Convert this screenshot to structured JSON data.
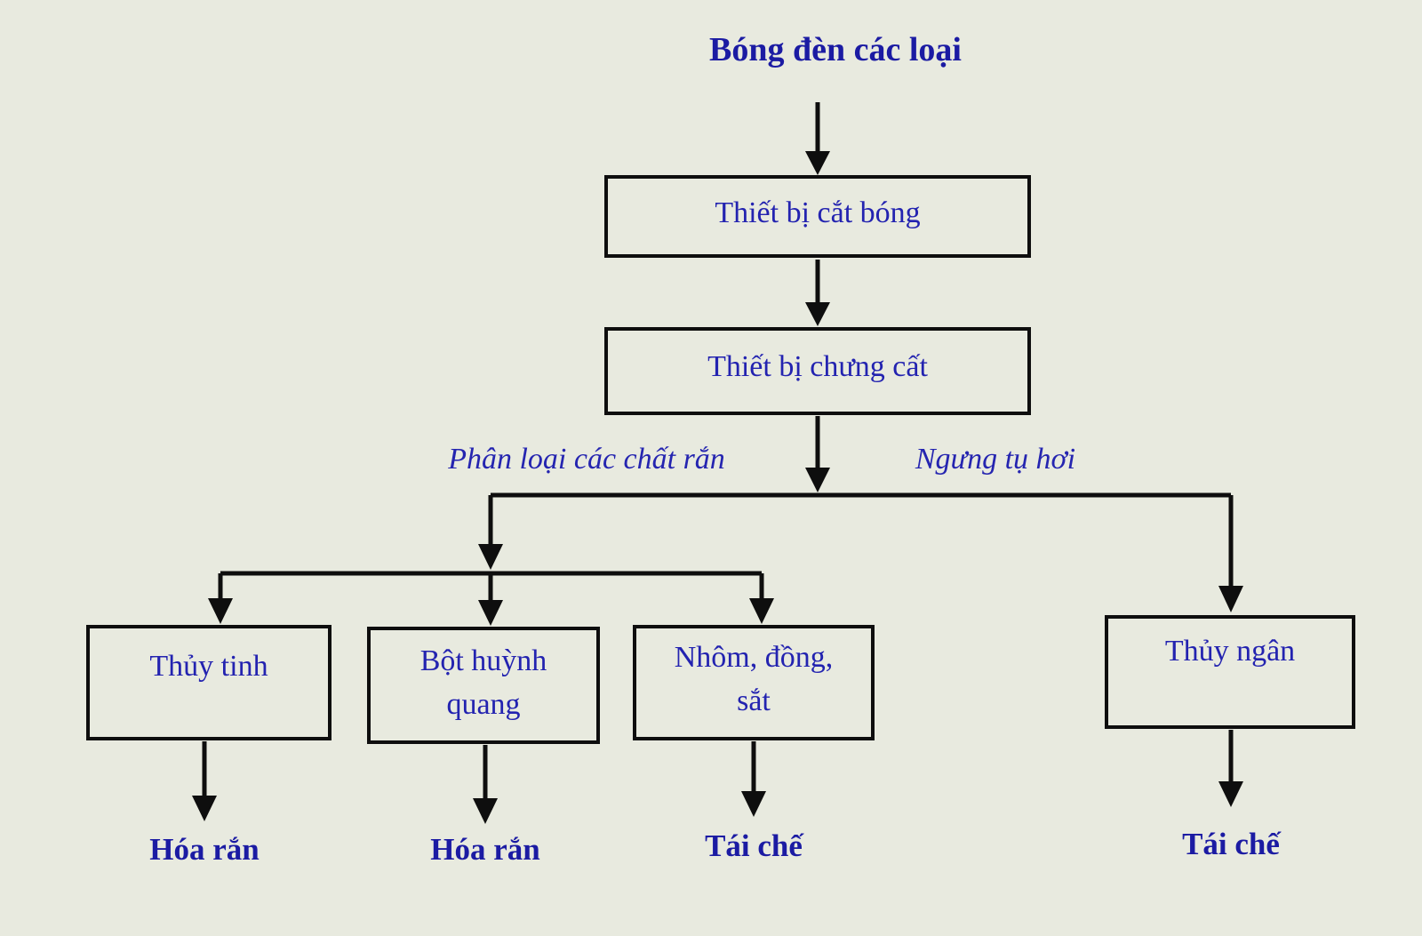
{
  "diagram": {
    "title": "Bóng đèn các loại",
    "nodes": {
      "cutter": "Thiết bị cắt bóng",
      "distill": "Thiết bị chưng cất",
      "glass": "Thủy tinh",
      "phosphor": "Bột huỳnh quang",
      "metals": "Nhôm, đồng, sắt",
      "mercury": "Thủy ngân"
    },
    "branch_labels": {
      "solids": "Phân loại các chất rắn",
      "vapor": "Ngưng tụ hơi"
    },
    "outcomes": {
      "glass": "Hóa rắn",
      "phosphor": "Hóa rắn",
      "metals": "Tái chế",
      "mercury": "Tái chế"
    },
    "colors": {
      "background": "#e8eadf",
      "line": "#0e0e0e",
      "text_blue": "#2323b0",
      "bold_blue": "#1b1ba3"
    }
  }
}
